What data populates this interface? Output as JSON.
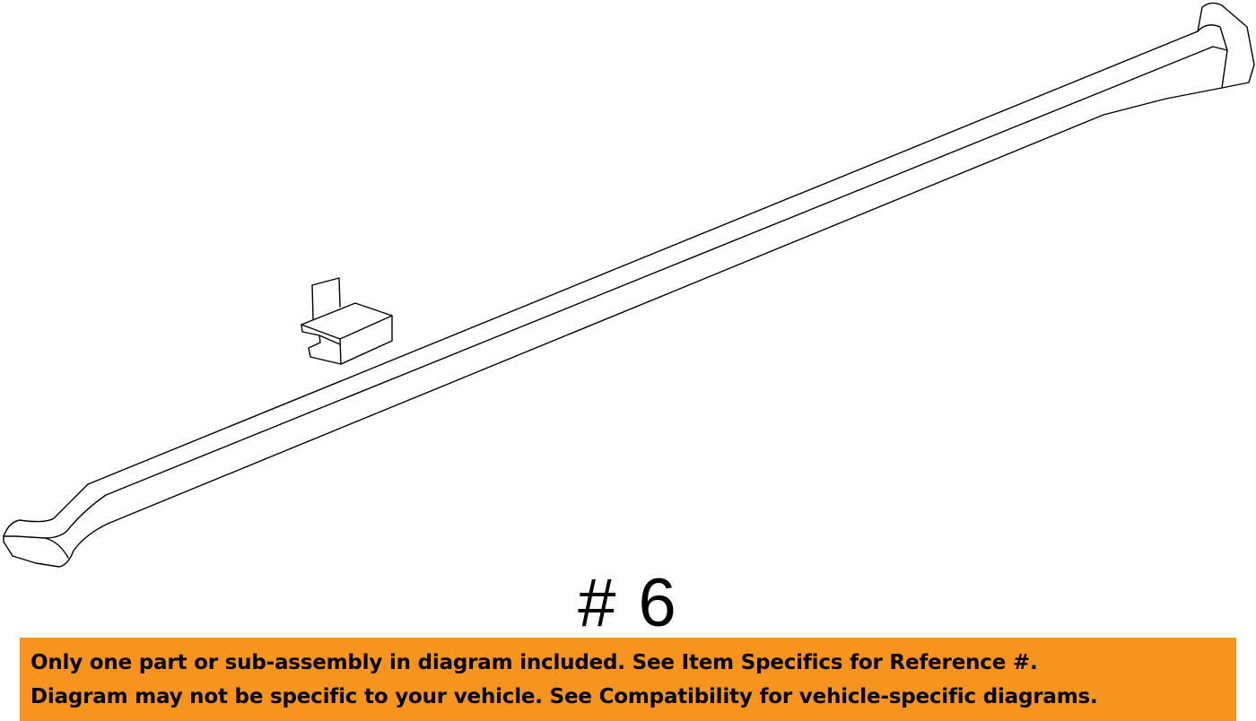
{
  "diagram": {
    "item_label": "# 6"
  },
  "notice": {
    "line1": "Only one part or sub-assembly in diagram included. See Item Specifics for Reference #.",
    "line2": "Diagram may not be specific to your vehicle. See Compatibility for vehicle-specific diagrams.",
    "background_color": "#f7941d",
    "text_color": "#000000"
  }
}
